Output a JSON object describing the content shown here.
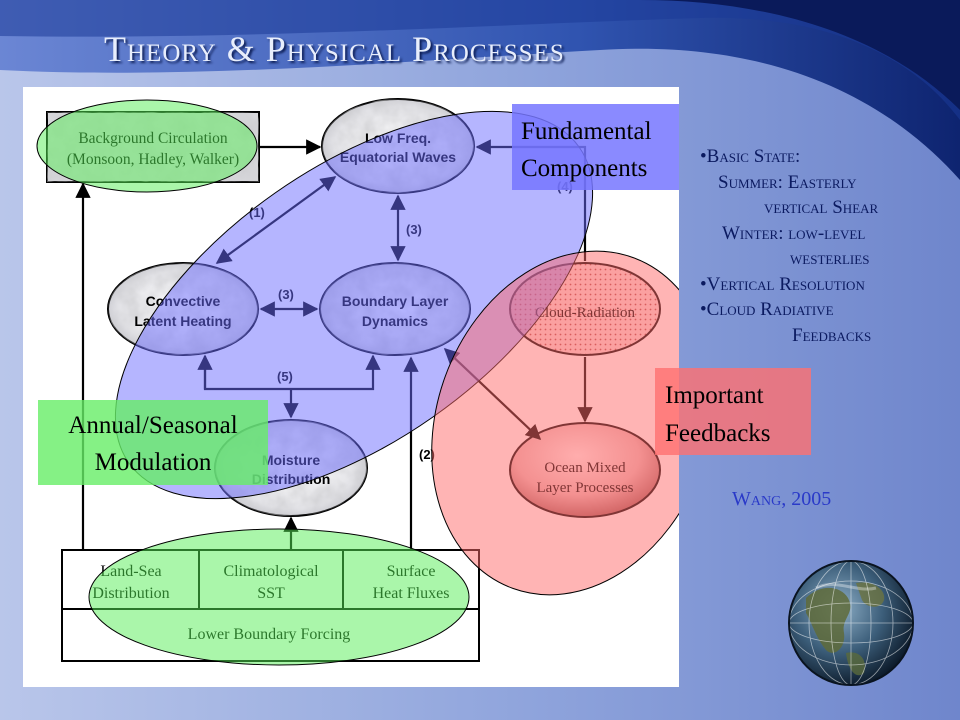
{
  "slide": {
    "title": "Theory & Physical Processes",
    "citation": "Wang, 2005"
  },
  "bullets": [
    {
      "text": "•Basic State:"
    },
    {
      "text": "Summer: Easterly"
    },
    {
      "text": "vertical Shear"
    },
    {
      "text": "Winter: low-level"
    },
    {
      "text": "westerlies"
    },
    {
      "text": "•Vertical Resolution"
    },
    {
      "text": "•Cloud Radiative"
    },
    {
      "text": "Feedbacks"
    }
  ],
  "diagram": {
    "nodes": {
      "background": [
        "Background Circulation",
        "(Monsoon, Hadley, Walker)"
      ],
      "waves": [
        "Low Freq.",
        "Equatorial Waves"
      ],
      "convective": [
        "Convective",
        "Latent Heating"
      ],
      "boundary": [
        "Boundary Layer",
        "Dynamics"
      ],
      "cloud": [
        "Cloud-Radiation"
      ],
      "moisture": [
        "Moisture",
        "Distribution"
      ],
      "ocean": [
        "Ocean Mixed",
        "Layer Processes"
      ]
    },
    "forcing_cells": {
      "land_sea": [
        "Land-Sea",
        "Distribution"
      ],
      "sst": [
        "Climatological",
        "SST"
      ],
      "heat": [
        "Surface",
        "Heat Fluxes"
      ],
      "lower": "Lower Boundary Forcing"
    },
    "arrow_labels": {
      "l1": "(1)",
      "l2": "(2)",
      "l3a": "(3)",
      "l3b": "(3)",
      "l4": "(4)",
      "l5": "(5)"
    },
    "overlays": {
      "fundamental": [
        "Fundamental",
        "Components"
      ],
      "important": [
        "Important",
        "Feedbacks"
      ],
      "annual": [
        "Annual/Seasonal",
        "Modulation"
      ]
    }
  },
  "colors": {
    "blue_region": "#7070ff",
    "green_region": "#66ee66",
    "red_region": "#ff7777",
    "title": "#e8eefc",
    "bullet_text": "#0b1a60",
    "citation": "#2a3ac8"
  }
}
